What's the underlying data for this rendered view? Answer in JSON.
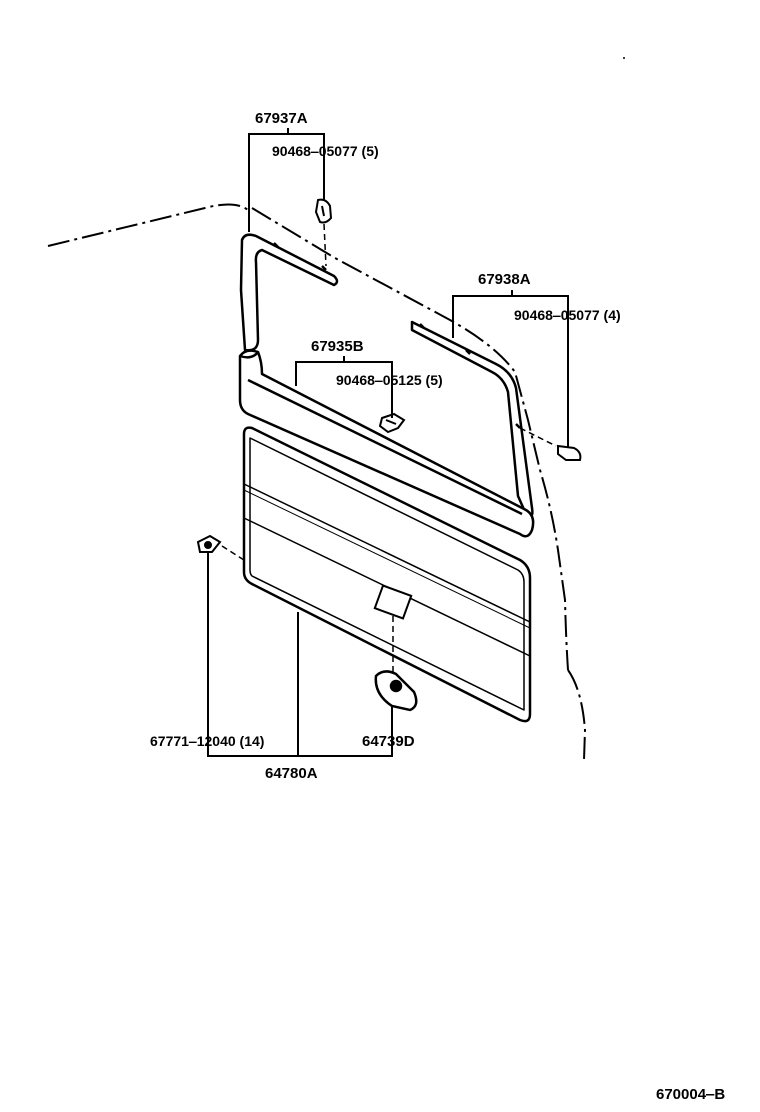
{
  "labels": {
    "p67937a": "67937A",
    "p67937a_clip": "90468‒05077 (5)",
    "p67938a": "67938A",
    "p67938a_clip": "90468‒05077 (4)",
    "p67935b": "67935B",
    "p67935b_clip": "90468‒05125 (5)",
    "p67771": "67771‒12040 (14)",
    "p64739d": "64739D",
    "p64780a": "64780A",
    "drawing_number": "670004‒B"
  },
  "colors": {
    "line": "#000000",
    "background": "#ffffff"
  }
}
